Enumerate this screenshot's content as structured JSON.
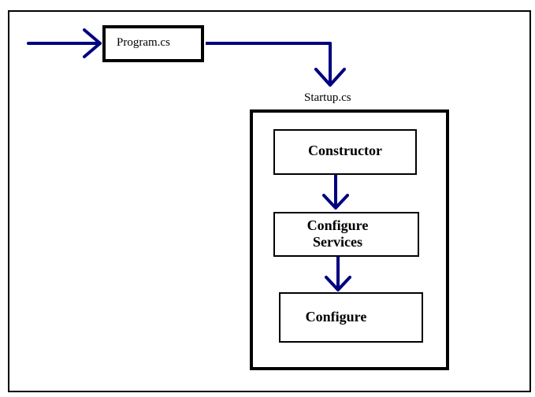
{
  "diagram": {
    "program_label": "Program.cs",
    "startup_label": "Startup.cs",
    "constructor_label": "Constructor",
    "configure_services_label": "Configure Services",
    "configure_label": "Configure"
  },
  "colors": {
    "arrow": "#000080",
    "border": "#000000",
    "background": "#ffffff"
  }
}
